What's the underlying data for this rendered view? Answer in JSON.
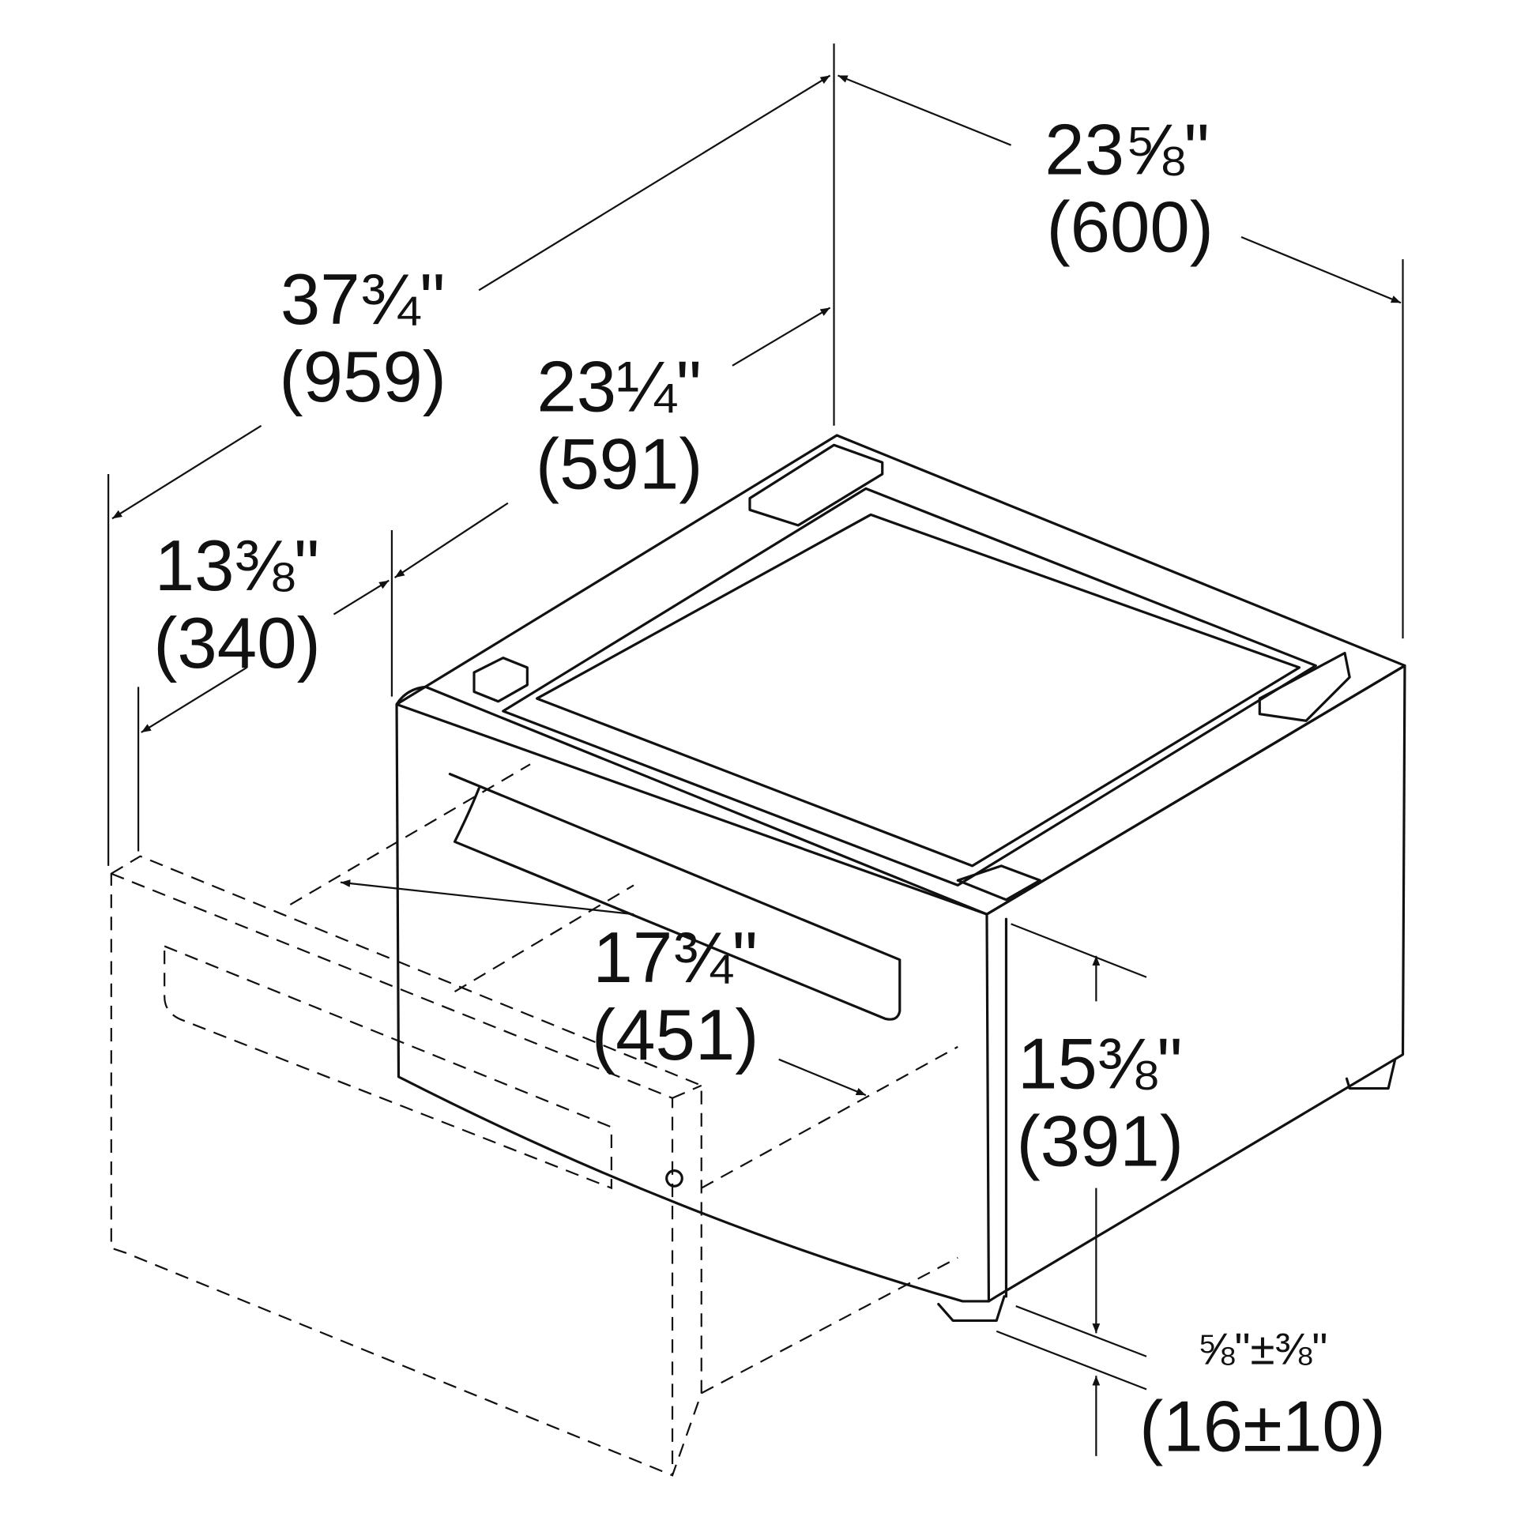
{
  "title": "Pedestal dimension drawing",
  "dimensions": {
    "total_depth": {
      "inch": "37¾\"",
      "mm": "(959)"
    },
    "width": {
      "inch": "23⅝\"",
      "mm": "(600)"
    },
    "body_depth": {
      "inch": "23¼\"",
      "mm": "(591)"
    },
    "drawer_extension": {
      "inch": "13⅜\"",
      "mm": "(340)"
    },
    "drawer_width": {
      "inch": "17¾\"",
      "mm": "(451)"
    },
    "height": {
      "inch": "15⅜\"",
      "mm": "(391)"
    },
    "foot_adjust": {
      "inch": "⅝\"±⅜\"",
      "mm": "(16±10)"
    }
  }
}
